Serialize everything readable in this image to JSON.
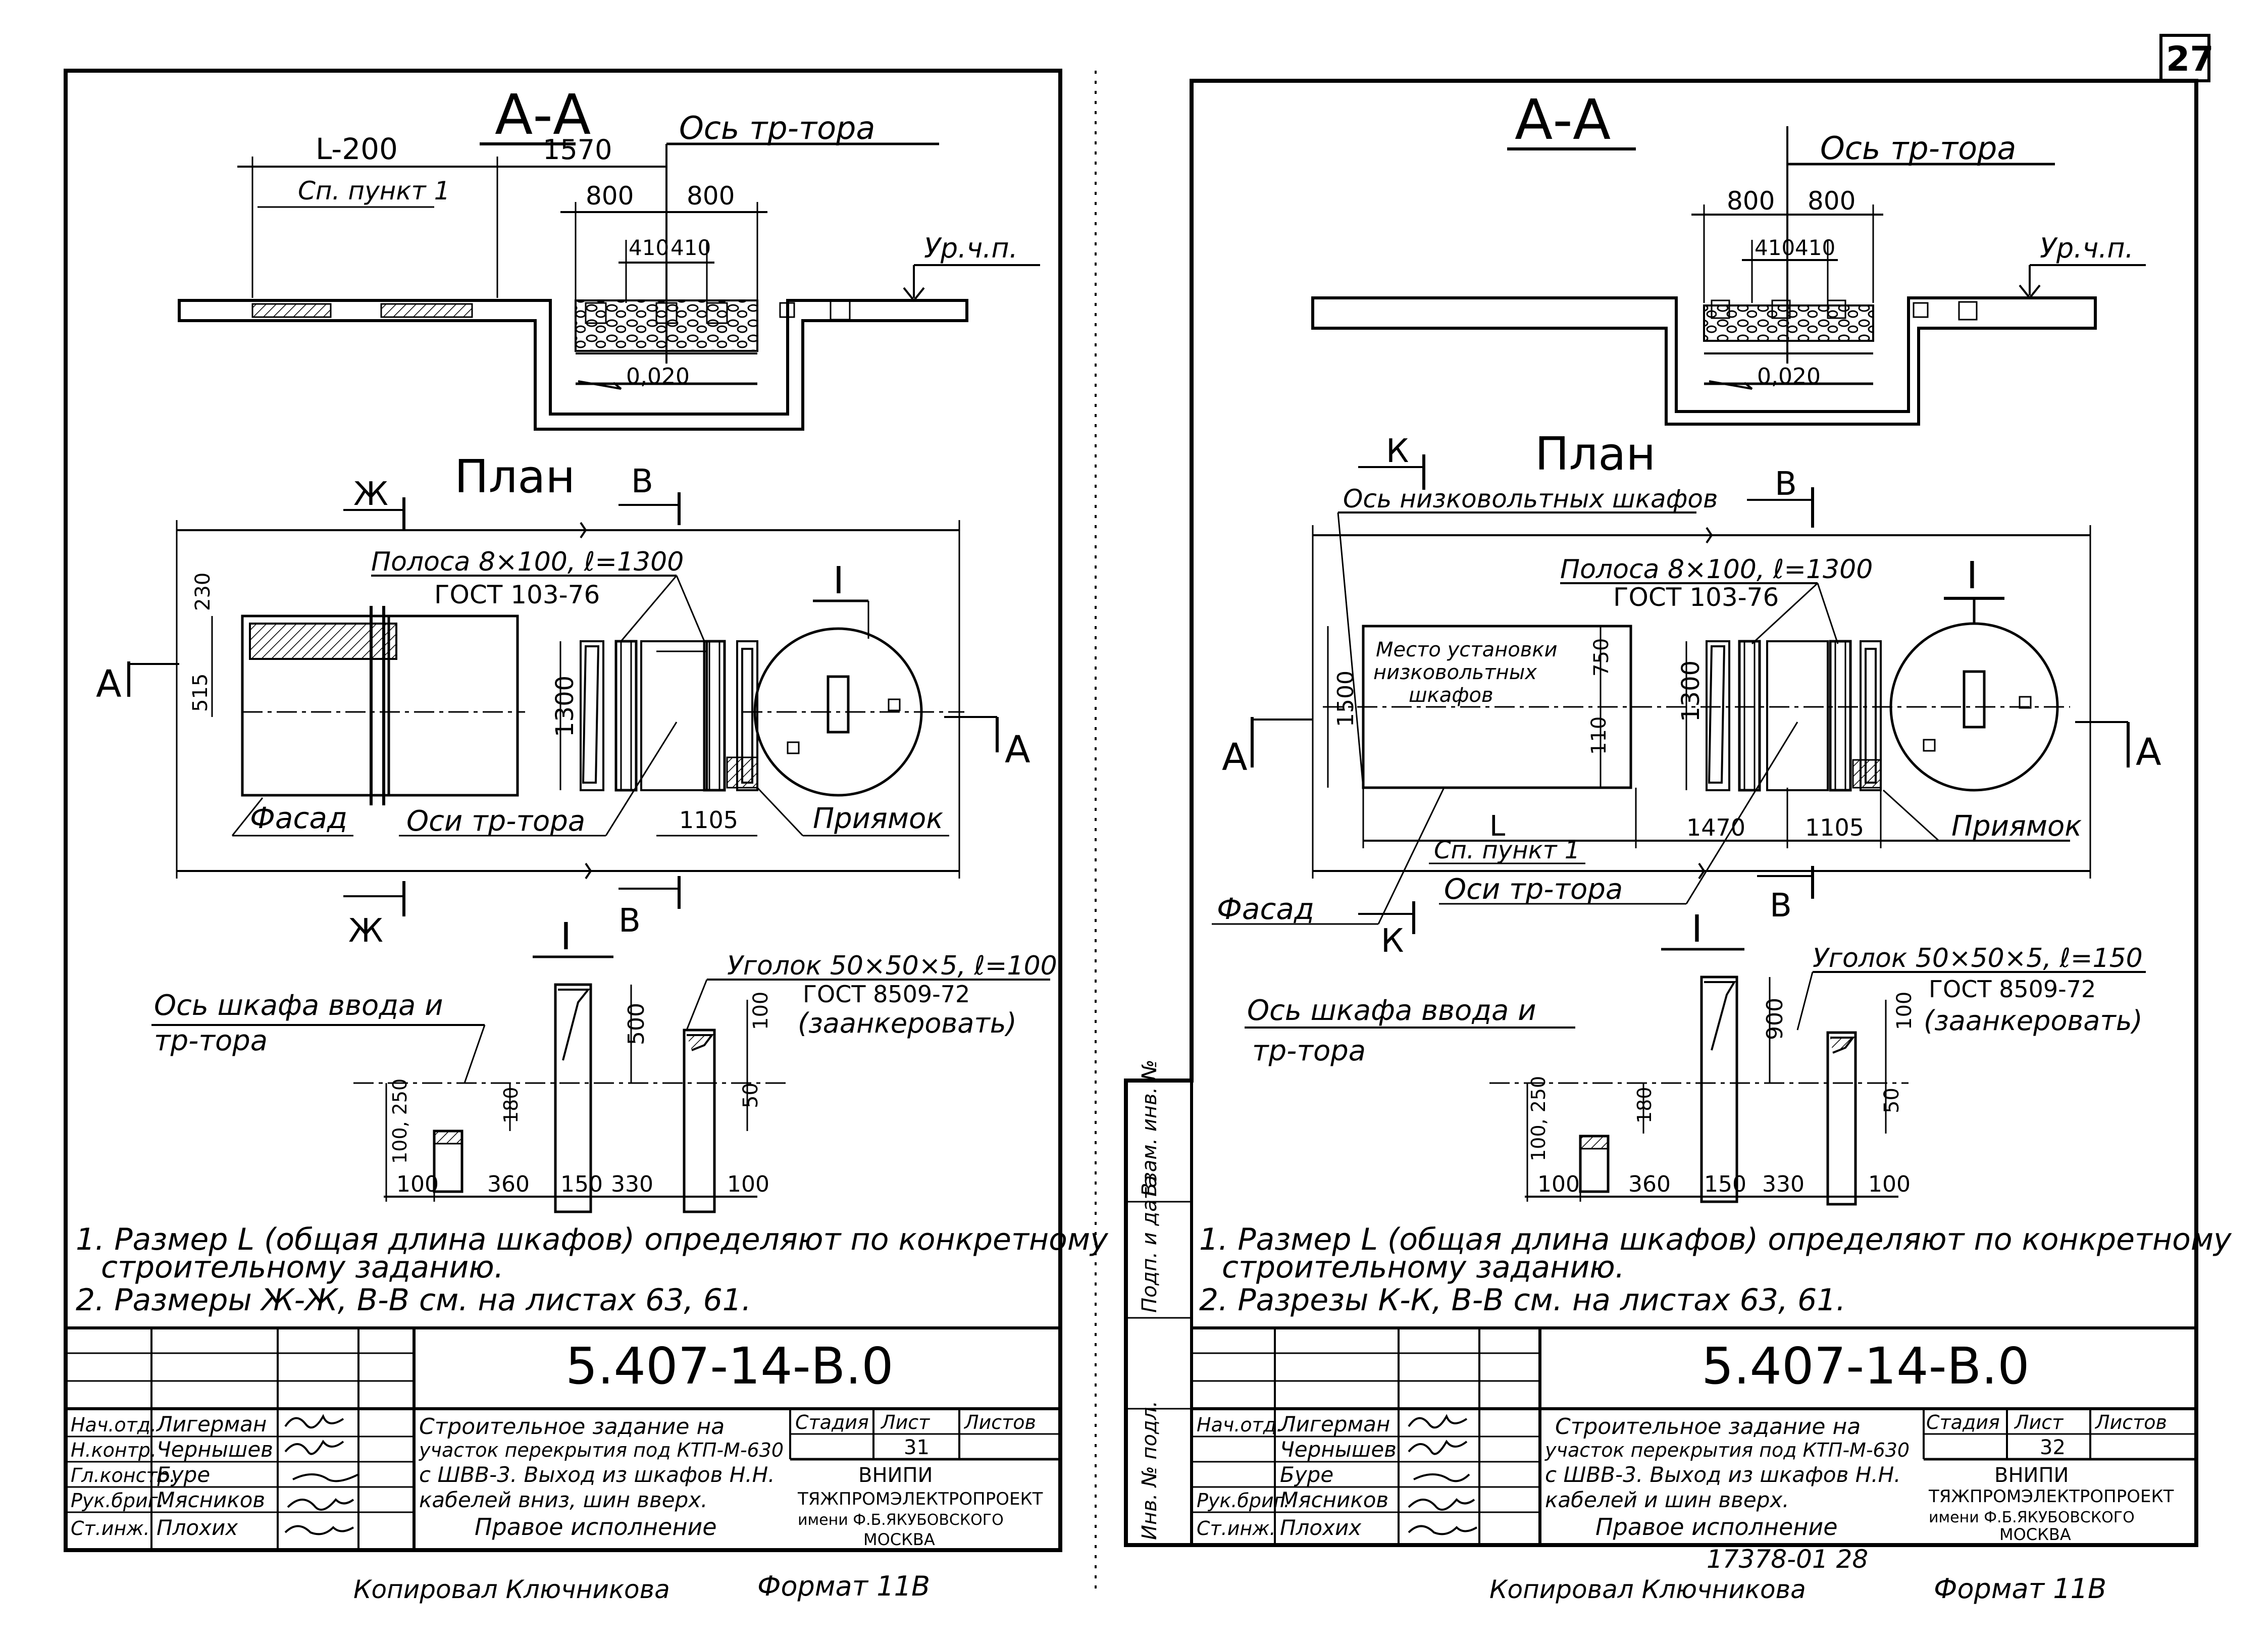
{
  "page_number": "27",
  "left_sheet": {
    "section_title": "А-А",
    "transformer_axis": "Ось тр-тора",
    "dim_l_minus_200": "L-200",
    "see_item_1": "Сп. пункт 1",
    "dim_1570": "1570",
    "dim_800_a": "800",
    "dim_800_b": "800",
    "dim_410_a": "410",
    "dim_410_b": "410",
    "floor_level": "Ур.ч.п.",
    "slope": "0,020",
    "plan_title": "План",
    "cut_zh_top": "Ж",
    "cut_v_top": "В",
    "cut_zh_bottom": "Ж",
    "cut_v_bottom": "В",
    "cut_a_left": "А",
    "cut_a_right": "А",
    "strip": "Полоса 8×100, ℓ=1300",
    "strip_gost": "ГОСТ 103-76",
    "node_ref": "I",
    "dim_230": "230",
    "dim_515": "515",
    "dim_1300": "1300",
    "dim_1105": "1105",
    "facade": "Фасад",
    "transformer_axes": "Оси тр-тора",
    "pit": "Приямок",
    "detail_title": "I",
    "angle_spec": "Уголок 50×50×5, ℓ=100",
    "angle_gost": "ГОСТ 8509-72",
    "anchor_note": "(заанкеровать)",
    "cabinet_axis_1": "Ось шкафа ввода и",
    "cabinet_axis_2": "тр-тора",
    "d_500": "500",
    "d_100_v": "100",
    "d_50": "50",
    "d_100_250": "100, 250",
    "d_180": "180",
    "d_100_a": "100",
    "d_360": "360",
    "d_150": "150",
    "d_330": "330",
    "d_100_b": "100",
    "note1_line1": "1. Размер L (общая длина шкафов) определяют по конкретному",
    "note1_line2": "строительному заданию.",
    "note2": "2. Размеры Ж-Ж, В-В см. на листах 63, 61.",
    "doc_code": "5.407-14-В.0",
    "roles": [
      "Нач.отд.",
      "Н.контр.",
      "Гл.констр.",
      "Рук.бриг.",
      "Ст.инж."
    ],
    "names": [
      "Лигерман",
      "Чернышев",
      "Бурe",
      "Мясников",
      "Плохих"
    ],
    "description_lines": [
      "Строительное задание на",
      "участок перекрытия под КТП-М-630",
      "с ШВВ-3. Выход из шкафов Н.Н.",
      "кабелей вниз, шин вверх."
    ],
    "variant": "Правое исполнение",
    "stage_label": "Стадия",
    "sheet_label": "Лист",
    "sheets_label": "Листов",
    "sheet_no": "31",
    "org_line1": "ВНИПИ",
    "org_line2": "ТЯЖПРОМЭЛЕКТРОПРОЕКТ",
    "org_line3": "имени Ф.Б.ЯКУБОВСКОГО",
    "org_line4": "МОСКВА",
    "copied_by": "Копировал Ключникова",
    "format": "Формат 11В"
  },
  "right_sheet": {
    "section_title": "А-А",
    "transformer_axis": "Ось тр-тора",
    "dim_800_a": "800",
    "dim_800_b": "800",
    "dim_410_a": "410",
    "dim_410_b": "410",
    "floor_level": "Ур.ч.п.",
    "slope": "0,020",
    "plan_title": "План",
    "cut_k_top": "К",
    "cut_v_top": "В",
    "cut_k_bottom": "К",
    "cut_v_bottom": "В",
    "cut_a_left": "А",
    "cut_a_right": "А",
    "lv_axis": "Ось низковольтных шкафов",
    "strip": "Полоса 8×100, ℓ=1300",
    "strip_gost": "ГОСТ 103-76",
    "node_ref": "I",
    "place_1": "Место установки",
    "place_2": "низковольтных",
    "place_3": "шкафов",
    "dim_1500": "1500",
    "dim_750": "750",
    "dim_110": "110",
    "dim_1300": "1300",
    "dim_l": "L",
    "see_item_1": "Сп. пункт 1",
    "dim_1470": "1470",
    "dim_1105": "1105",
    "facade": "Фасад",
    "transformer_axes": "Оси тр-тора",
    "pit": "Приямок",
    "detail_title": "I",
    "angle_spec": "Уголок 50×50×5, ℓ=150",
    "angle_gost": "ГОСТ 8509-72",
    "anchor_note": "(заанкеровать)",
    "cabinet_axis_1": "Ось шкафа ввода и",
    "cabinet_axis_2": "тр-тора",
    "d_900": "900",
    "d_100_v": "100",
    "d_50": "50",
    "d_100_250": "100, 250",
    "d_180": "180",
    "d_100_a": "100",
    "d_360": "360",
    "d_150": "150",
    "d_330": "330",
    "d_100_b": "100",
    "note1_line1": "1. Размер L (общая длина шкафов) определяют по конкретному",
    "note1_line2": "строительному заданию.",
    "note2": "2. Разрезы К-К, В-В см. на листах 63, 61.",
    "doc_code": "5.407-14-В.0",
    "side_labels": [
      "Взам. инв. №",
      "Подп. и дата",
      "Инв. № подл."
    ],
    "roles": [
      "Нач.отд.",
      "",
      "",
      "Рук.бриг.",
      "Ст.инж."
    ],
    "names": [
      "Лигерман",
      "Чернышев",
      "Бурe",
      "Мясников",
      "Плохих"
    ],
    "description_lines": [
      "Строительное задание на",
      "участок перекрытия под КТП-М-630",
      "с ШВВ-3. Выход из шкафов Н.Н.",
      "кабелей и шин вверх."
    ],
    "variant": "Правое исполнение",
    "stage_label": "Стадия",
    "sheet_label": "Лист",
    "sheets_label": "Листов",
    "sheet_no": "32",
    "org_line1": "ВНИПИ",
    "org_line2": "ТЯЖПРОМЭЛЕКТРОПРОЕКТ",
    "org_line3": "имени Ф.Б.ЯКУБОВСКОГО",
    "org_line4": "МОСКВА",
    "archive_no": "17378-01 28",
    "copied_by": "Копировал Ключникова",
    "format": "Формат 11В"
  }
}
